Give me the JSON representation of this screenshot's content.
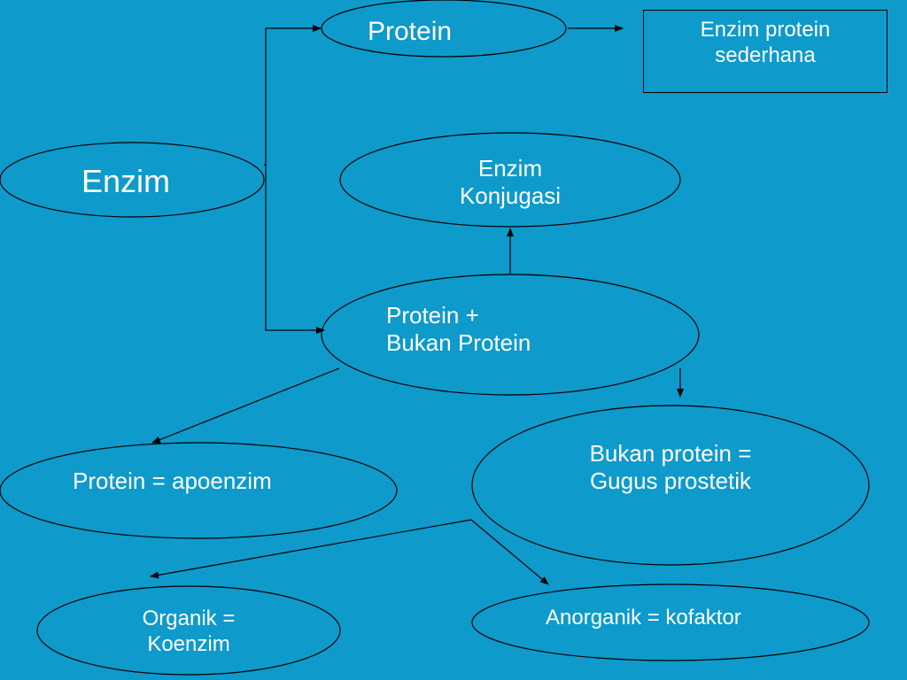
{
  "colors": {
    "background": "#0e9acb",
    "stroke": "#000000",
    "text": "#ffffff"
  },
  "nodes": {
    "enzim": "Enzim",
    "protein": "Protein",
    "simple_enzyme": [
      "Enzim protein",
      "sederhana"
    ],
    "conjugated_enzyme": [
      "Enzim",
      "Konjugasi"
    ],
    "protein_plus": [
      "Protein +",
      "Bukan Protein"
    ],
    "apoenzyme": "Protein = apoenzim",
    "prosthetic": [
      "Bukan protein =",
      "Gugus prostetik"
    ],
    "coenzyme": [
      "Organik =",
      "Koenzim"
    ],
    "cofactor": "Anorganik = kofaktor"
  }
}
